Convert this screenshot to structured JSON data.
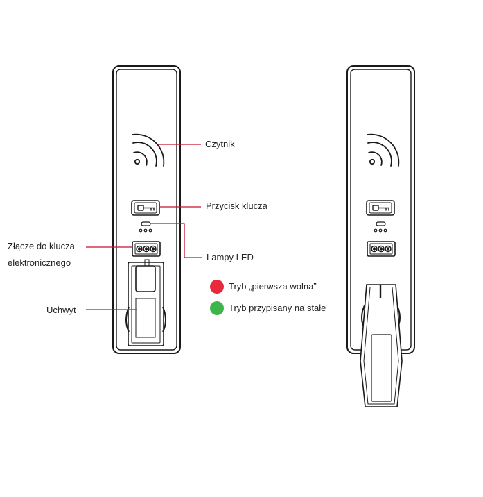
{
  "callouts": {
    "reader": "Czytnik",
    "key_button": "Przycisk klucza",
    "led_lamps": "Lampy LED",
    "connector_line1": "Złącze do klucza",
    "connector_line2": "elektronicznego",
    "handle": "Uchwyt"
  },
  "legend": {
    "items": [
      {
        "label": "Tryb „pierwsza wolna”",
        "color": "#e8283c"
      },
      {
        "label": "Tryb przypisany na stałe",
        "color": "#3cb54a"
      }
    ]
  },
  "colors": {
    "callout_line": "#c8102e",
    "outline": "#1a1a1a"
  },
  "icons": {
    "reader": "nfc-waves-icon",
    "key": "key-icon"
  }
}
